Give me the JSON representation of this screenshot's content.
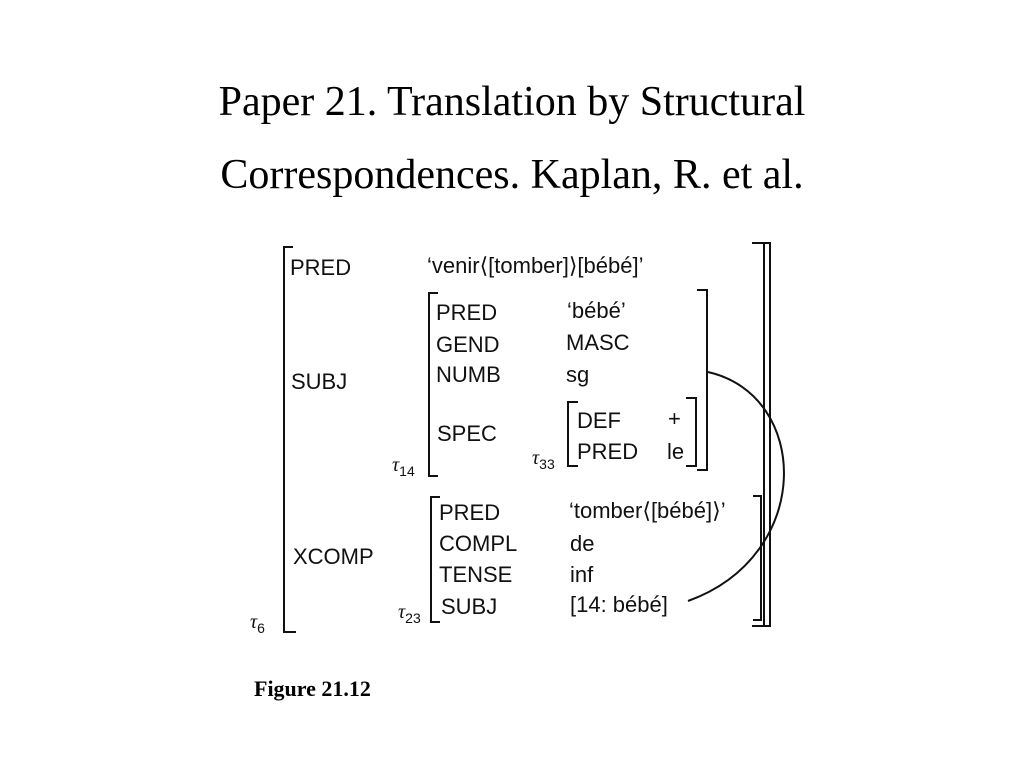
{
  "title": {
    "line1": "Paper 21. Translation by Structural",
    "line2": "Correspondences. Kaplan, R. et al."
  },
  "fstructure": {
    "outer": {
      "pred_attr": "PRED",
      "pred_val": "‘venir⟨[tomber]⟩[bébé]’",
      "subj_attr": "SUBJ",
      "xcomp_attr": "XCOMP",
      "tau": "τ",
      "tau_sub": "6"
    },
    "subj": {
      "pred_attr": "PRED",
      "pred_val": "‘bébé’",
      "gend_attr": "GEND",
      "gend_val": "MASC",
      "numb_attr": "NUMB",
      "numb_val": "sg",
      "spec_attr": "SPEC",
      "tau": "τ",
      "tau_sub": "14"
    },
    "spec": {
      "def_attr": "DEF",
      "def_val": "+",
      "pred_attr": "PRED",
      "pred_val": "le",
      "tau": "τ",
      "tau_sub": "33"
    },
    "xcomp": {
      "pred_attr": "PRED",
      "pred_val": "‘tomber⟨[bébé]⟩’",
      "compl_attr": "COMPL",
      "compl_val": "de",
      "tense_attr": "TENSE",
      "tense_val": "inf",
      "subj_attr": "SUBJ",
      "subj_val": "[14: bébé]",
      "tau": "τ",
      "tau_sub": "23"
    }
  },
  "caption": "Figure 21.12"
}
